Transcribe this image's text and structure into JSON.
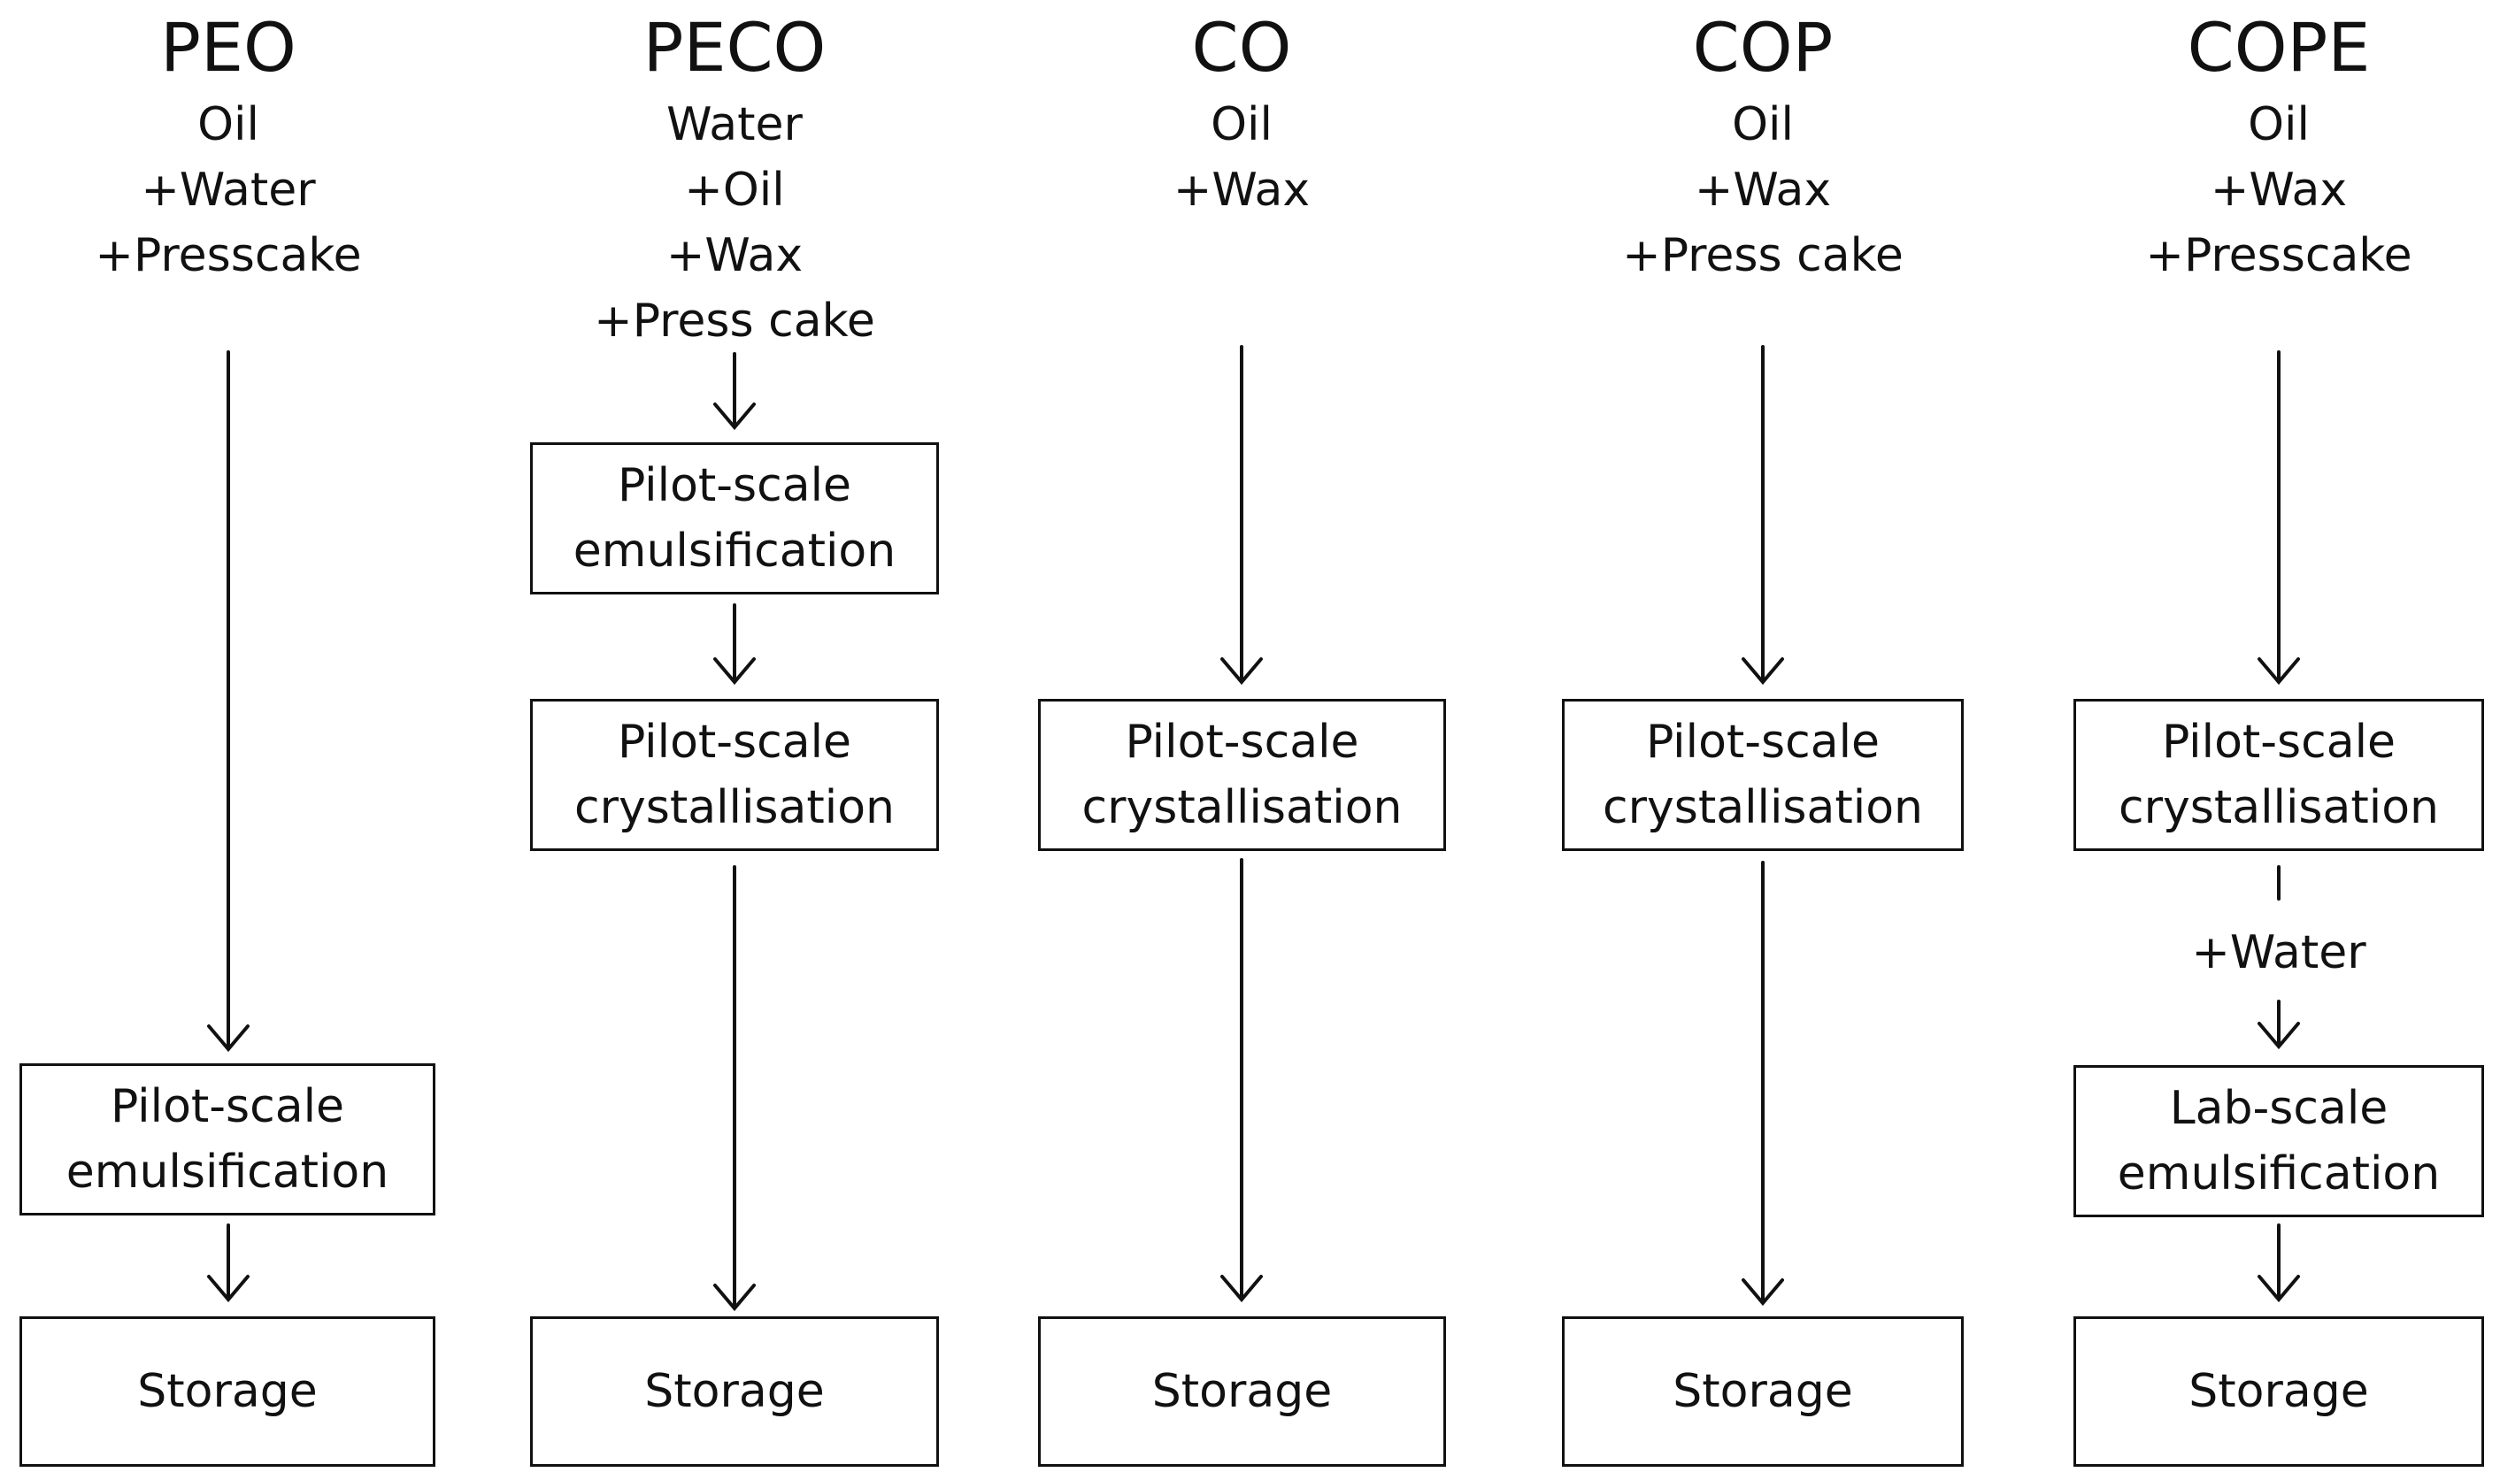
{
  "columns": [
    {
      "title": "PEO",
      "ingredients": [
        "Oil",
        "+Water",
        "+Presscake"
      ],
      "steps": [
        {
          "l1": "Pilot-scale",
          "l2": "emulsification"
        }
      ],
      "storage": "Storage"
    },
    {
      "title": "PECO",
      "ingredients": [
        "Water",
        "+Oil",
        "+Wax",
        "+Press cake"
      ],
      "steps": [
        {
          "l1": "Pilot-scale",
          "l2": "emulsification"
        },
        {
          "l1": "Pilot-scale",
          "l2": "crystallisation"
        }
      ],
      "storage": "Storage"
    },
    {
      "title": "CO",
      "ingredients": [
        "Oil",
        "+Wax"
      ],
      "steps": [
        {
          "l1": "Pilot-scale",
          "l2": "crystallisation"
        }
      ],
      "storage": "Storage"
    },
    {
      "title": "COP",
      "ingredients": [
        "Oil",
        "+Wax",
        "+Press cake"
      ],
      "steps": [
        {
          "l1": "Pilot-scale",
          "l2": "crystallisation"
        }
      ],
      "storage": "Storage"
    },
    {
      "title": "COPE",
      "ingredients": [
        "Oil",
        "+Wax",
        "+Presscake"
      ],
      "steps": [
        {
          "l1": "Pilot-scale",
          "l2": "crystallisation"
        },
        {
          "l1": "Lab-scale",
          "l2": "emulsification"
        }
      ],
      "storage": "Storage",
      "mid_label": "+Water"
    }
  ]
}
